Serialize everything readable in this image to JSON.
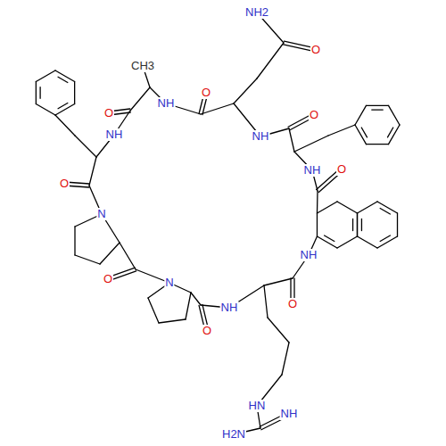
{
  "diagram": {
    "labels": [
      "NH2",
      "O",
      "CH3",
      "O",
      "NH",
      "O",
      "NH",
      "O",
      "NH",
      "NH",
      "O",
      "O",
      "N",
      "NH",
      "O",
      "N",
      "NH",
      "O",
      "O",
      "HN",
      "NH",
      "H2N"
    ]
  }
}
